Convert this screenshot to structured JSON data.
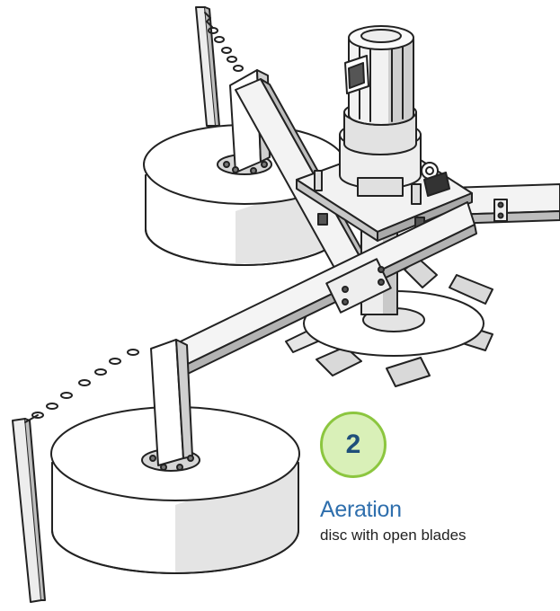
{
  "callout": {
    "number": "2",
    "title": "Aeration",
    "description": "disc with open blades"
  },
  "colors": {
    "badge_fill": "#d9f0b8",
    "badge_border": "#8cc63f",
    "number_text": "#1f4f7a",
    "title_text": "#2f6fad",
    "line": "#222222",
    "float_fill": "#ffffff",
    "float_shade": "#e4e4e4",
    "metal_light": "#ededed",
    "metal_dark": "#9a9a9a"
  },
  "icons": [
    "motor-illustration",
    "float-illustration",
    "aeration-disc-illustration",
    "anchor-stake-illustration",
    "chain-illustration"
  ]
}
